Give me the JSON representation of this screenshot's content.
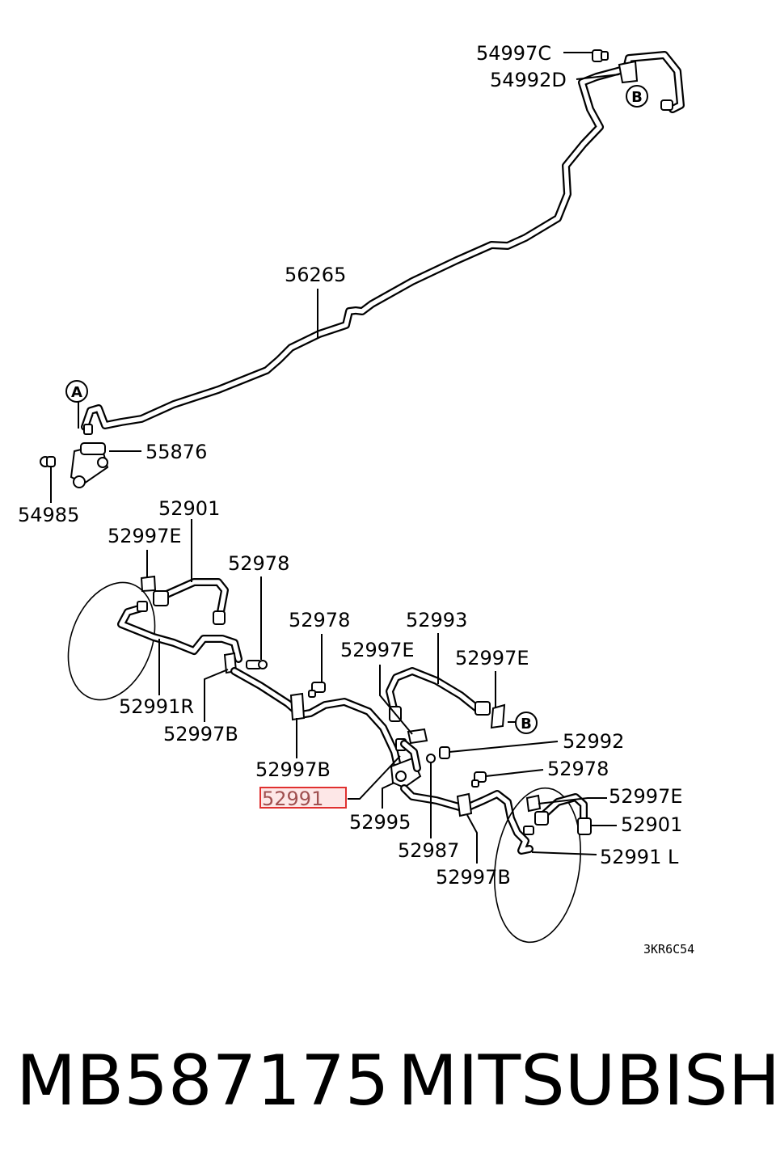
{
  "labels": {
    "l_54997C": "54997C",
    "l_54992D": "54992D",
    "l_56265": "56265",
    "l_55876": "55876",
    "l_54985": "54985",
    "l_52901_top": "52901",
    "l_52997E_left": "52997E",
    "l_52978_left": "52978",
    "l_52978_mid": "52978",
    "l_52993": "52993",
    "l_52997E_mid": "52997E",
    "l_52997E_right": "52997E",
    "l_52991R": "52991R",
    "l_52997B_left": "52997B",
    "l_52997B_mid": "52997B",
    "l_52992": "52992",
    "l_52978_right": "52978",
    "l_52991": "52991",
    "l_52997E_lower": "52997E",
    "l_52901_lower": "52901",
    "l_52995": "52995",
    "l_52987": "52987",
    "l_52991L": "52991 L",
    "l_52997B_lower": "52997B"
  },
  "callouts": {
    "a": "A",
    "b_top": "B",
    "b_mid": "B"
  },
  "diagram_code": "3KR6C54",
  "footer": {
    "part_number": "MB587175",
    "brand": "MITSUBISHI"
  },
  "colors": {
    "highlight_border": "#e0302f",
    "highlight_fill": "#fde7e7",
    "highlight_text": "#a05050"
  }
}
